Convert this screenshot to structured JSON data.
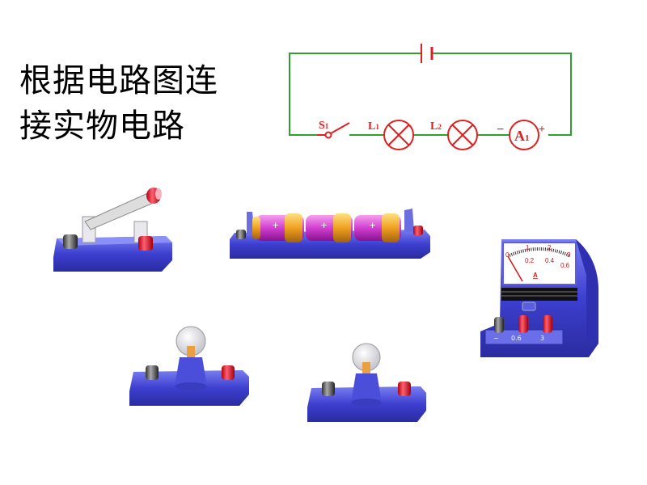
{
  "title": {
    "line1": "根据电路图连",
    "line2": "接实物电路"
  },
  "circuit": {
    "switch_label": "S",
    "switch_sub": "1",
    "lamp1_label": "L",
    "lamp1_sub": "1",
    "lamp2_label": "L",
    "lamp2_sub": "2",
    "ammeter_label": "A",
    "ammeter_sub": "1",
    "minus": "−",
    "plus": "+",
    "wire_color": "#2ea02e",
    "symbol_color": "#e02020"
  },
  "ammeter": {
    "scale_top": [
      "0",
      "1",
      "2",
      "3"
    ],
    "scale_bottom": [
      "0.2",
      "0.4",
      "0.6"
    ],
    "unit": "A",
    "terminals": [
      "−",
      "0.6",
      "3"
    ]
  },
  "battery": {
    "cell_marks": [
      "+",
      "+",
      "+"
    ]
  }
}
